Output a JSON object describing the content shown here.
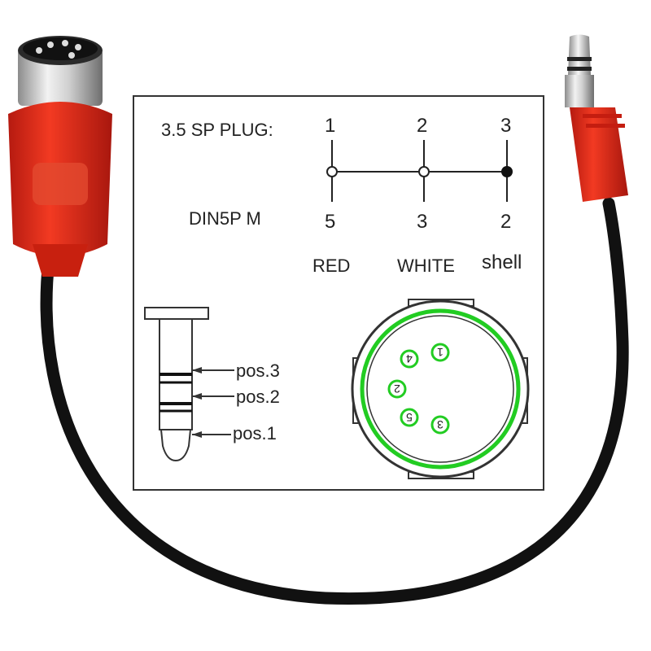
{
  "diagram": {
    "header_label": "3.5 SP PLUG:",
    "din_label": "DIN5P M",
    "plug_pins": [
      "1",
      "2",
      "3"
    ],
    "din_pins": [
      "5",
      "3",
      "2"
    ],
    "wire_labels": [
      "RED",
      "WHITE",
      "shell"
    ],
    "jack_positions": [
      "pos.3",
      "pos.2",
      "pos.1"
    ],
    "din_face_pins": [
      "1",
      "4",
      "2",
      "5",
      "3"
    ]
  },
  "colors": {
    "connector_red": "#e8281a",
    "cable_black": "#111111",
    "pin_highlight": "#22cc22",
    "metal": "#c9c9c9"
  }
}
